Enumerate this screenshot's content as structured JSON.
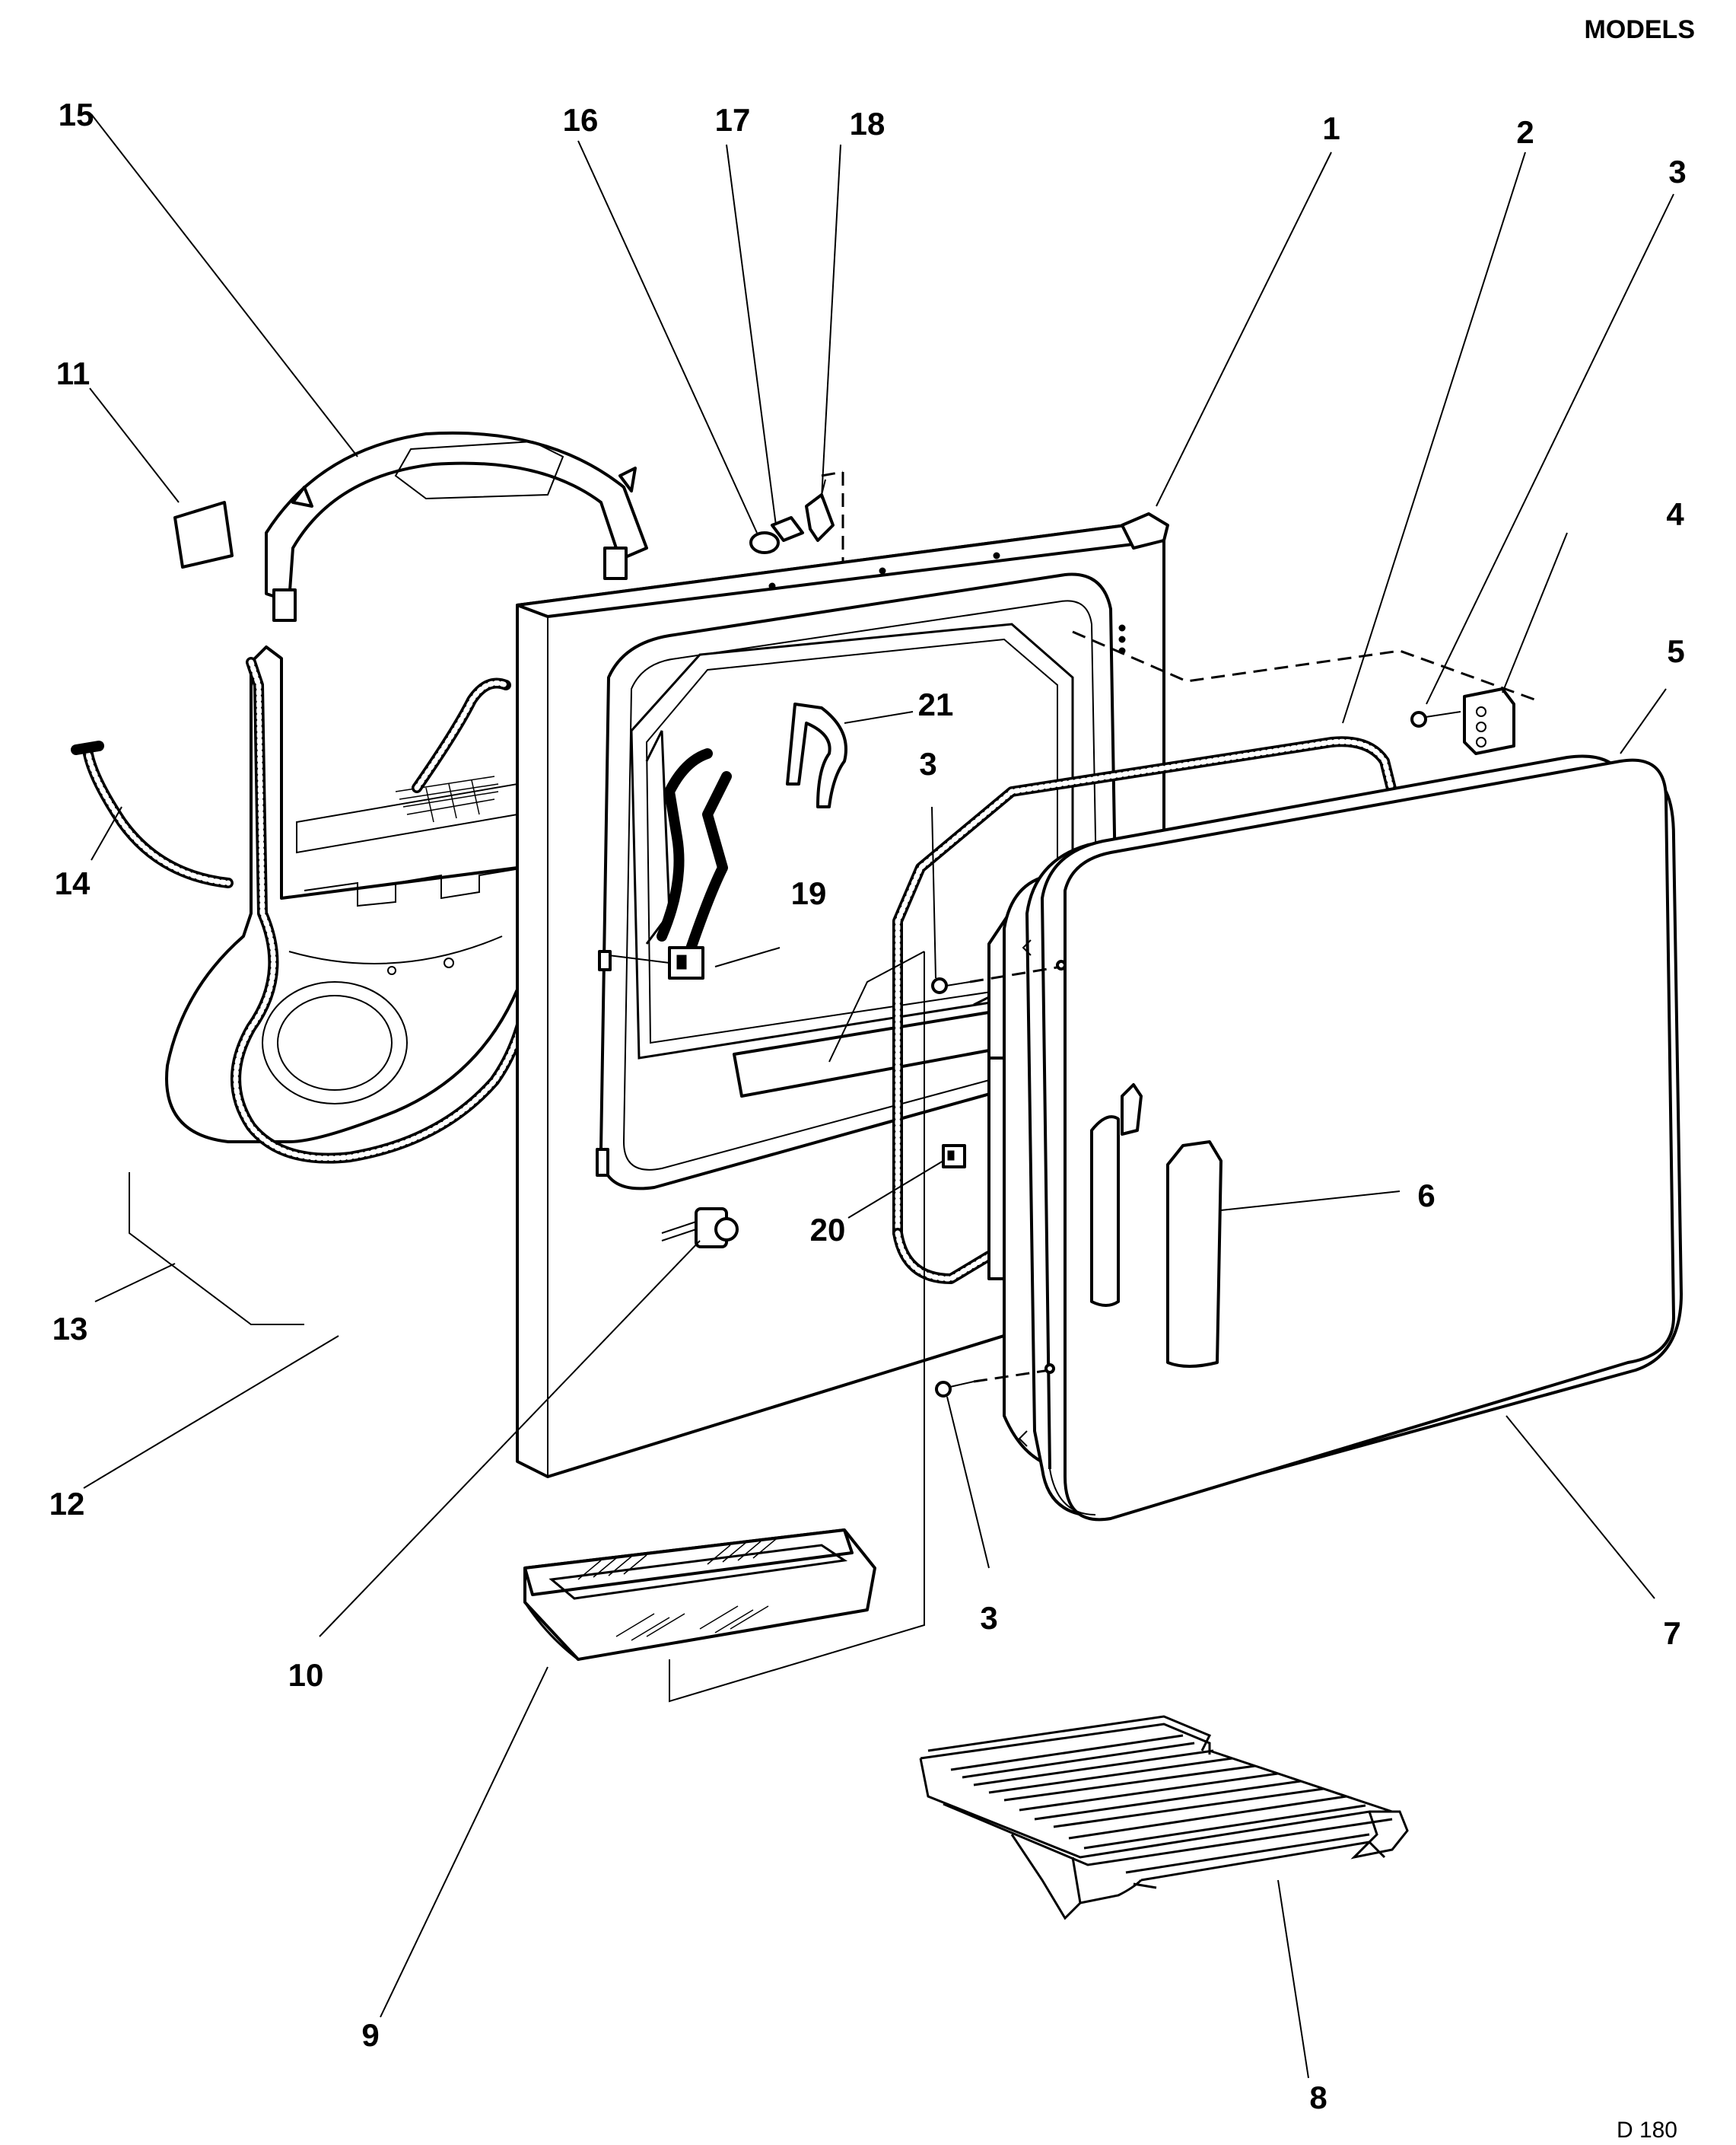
{
  "header": {
    "models_label": "MODELS"
  },
  "footer": {
    "drawing_code": "D 180"
  },
  "callouts": {
    "c1": "1",
    "c2": "2",
    "c3a": "3",
    "c3b": "3",
    "c3c": "3",
    "c4": "4",
    "c5": "5",
    "c6": "6",
    "c7": "7",
    "c8": "8",
    "c9": "9",
    "c10": "10",
    "c11": "11",
    "c12": "12",
    "c13": "13",
    "c14": "14",
    "c15": "15",
    "c16": "16",
    "c17": "17",
    "c18": "18",
    "c19": "19",
    "c20": "20",
    "c21": "21"
  }
}
